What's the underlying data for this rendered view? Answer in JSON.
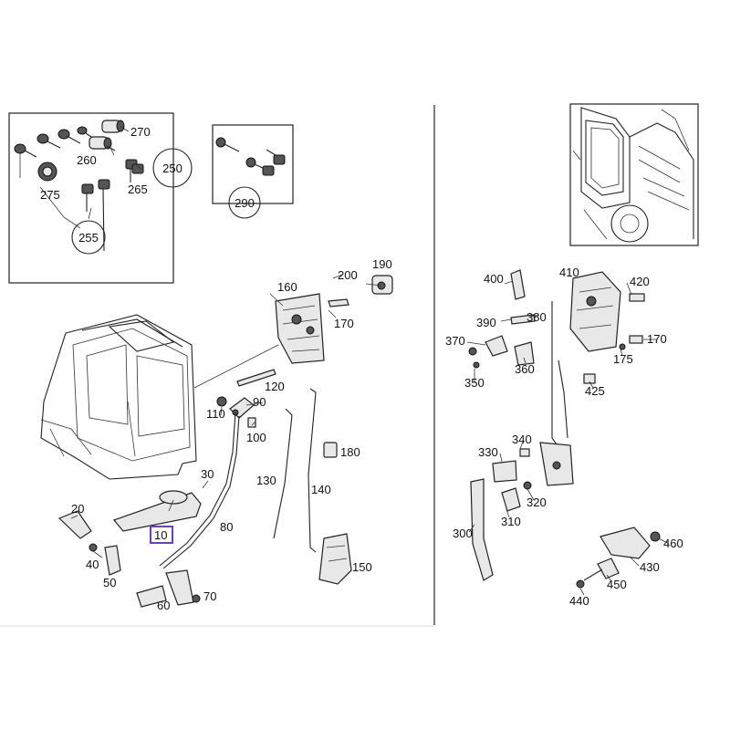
{
  "callouts": {
    "c270": "270",
    "c250": "250",
    "c260": "260",
    "c265": "265",
    "c275": "275",
    "c255": "255",
    "c290": "290",
    "c160": "160",
    "c190": "190",
    "c200": "200",
    "c170a": "170",
    "c120": "120",
    "c90": "90",
    "c110": "110",
    "c100": "100",
    "c180": "180",
    "c130": "130",
    "c140": "140",
    "c150": "150",
    "c30": "30",
    "c20": "20",
    "c10": "10",
    "c80": "80",
    "c40": "40",
    "c50": "50",
    "c60": "60",
    "c70": "70",
    "c400": "400",
    "c410": "410",
    "c420": "420",
    "c390": "390",
    "c380": "380",
    "c370": "370",
    "c170b": "170",
    "c175": "175",
    "c350": "350",
    "c360": "360",
    "c425": "425",
    "c340": "340",
    "c330": "330",
    "c320": "320",
    "c310": "310",
    "c300": "300",
    "c460": "460",
    "c430": "430",
    "c450": "450",
    "c440": "440"
  },
  "highlight_color": "#6a3fc8"
}
